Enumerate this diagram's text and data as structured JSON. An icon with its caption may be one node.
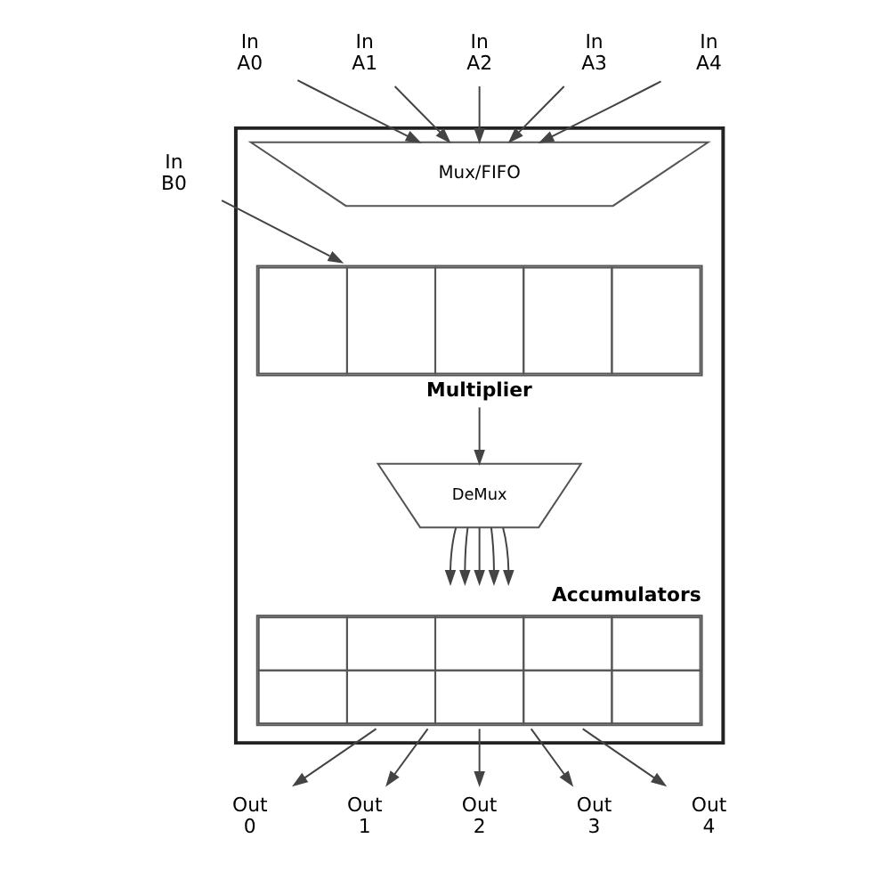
{
  "diagram": {
    "nodes": [
      {
        "text": [],
        "shape": "box"
      },
      {
        "text": [
          "In A0"
        ]
      },
      {
        "text": [
          "In A1"
        ]
      },
      {
        "text": [
          "In A2"
        ]
      },
      {
        "text": [
          "In A3"
        ]
      },
      {
        "text": [
          "In A4"
        ]
      },
      {
        "text": [
          "In B0"
        ]
      },
      {
        "text": [
          "Mux/FIFO"
        ],
        "in": 0
      },
      {
        "text": [
          "Multiplier"
        ],
        "in": 0
      },
      {
        "text": [
          "DeMux"
        ],
        "in": 0
      },
      {
        "text": [
          "Accumulators"
        ],
        "in": 0
      },
      {
        "text": [
          "Out 0"
        ]
      },
      {
        "text": [
          "Out 1"
        ]
      },
      {
        "text": [
          "Out 2"
        ]
      },
      {
        "text": [
          "Out 3"
        ]
      },
      {
        "text": [
          "Out 4"
        ]
      }
    ],
    "edges": [
      {
        "from": 1,
        "to": 7,
        "arrow": "to"
      },
      {
        "from": 2,
        "to": 7,
        "arrow": "to"
      },
      {
        "from": 3,
        "to": 7,
        "arrow": "to"
      },
      {
        "from": 4,
        "to": 7,
        "arrow": "to"
      },
      {
        "from": 5,
        "to": 7,
        "arrow": "to"
      },
      {
        "from": 6,
        "to": 8,
        "arrow": "to"
      },
      {
        "from": 8,
        "to": 9,
        "arrow": "to"
      },
      {
        "from": 9,
        "to": 10,
        "arrow": "to"
      },
      {
        "from": 9,
        "to": 10,
        "arrow": "to"
      },
      {
        "from": 9,
        "to": 10,
        "arrow": "to"
      },
      {
        "from": 9,
        "to": 10,
        "arrow": "to"
      },
      {
        "from": 9,
        "to": 10,
        "arrow": "to"
      },
      {
        "from": 10,
        "to": 11,
        "arrow": "to"
      },
      {
        "from": 10,
        "to": 12,
        "arrow": "to"
      },
      {
        "from": 10,
        "to": 13,
        "arrow": "to"
      },
      {
        "from": 10,
        "to": 14,
        "arrow": "to"
      },
      {
        "from": 10,
        "to": 15,
        "arrow": "to"
      }
    ]
  }
}
